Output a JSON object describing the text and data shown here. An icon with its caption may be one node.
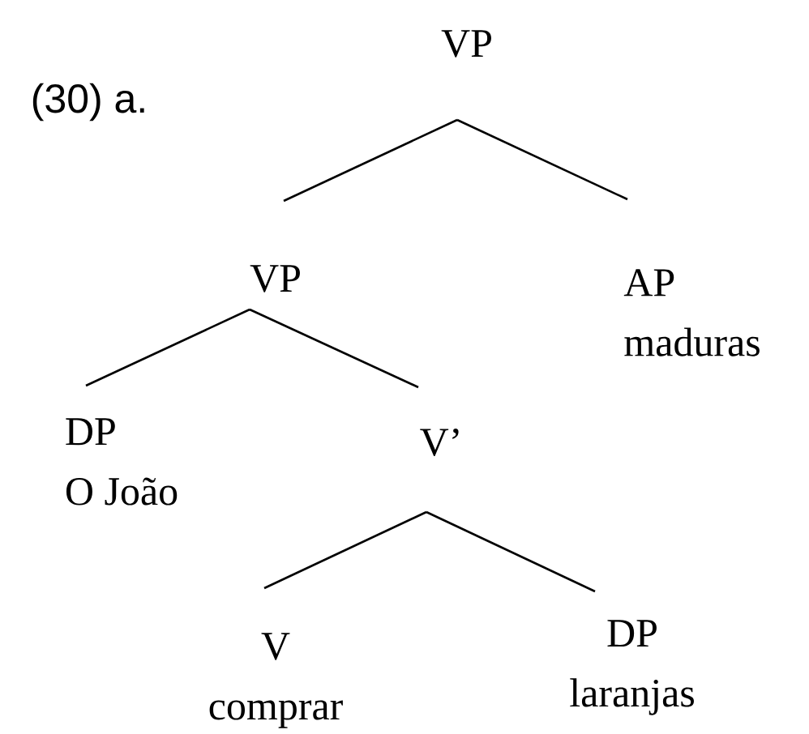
{
  "diagram": {
    "nodes": [
      {
        "text": [
          "VP"
        ]
      },
      {
        "text": [
          "VP"
        ]
      },
      {
        "text": [
          "AP",
          "maduras"
        ]
      },
      {
        "text": [
          "DP",
          "O João"
        ]
      },
      {
        "text": [
          "V’"
        ]
      },
      {
        "text": [
          "V",
          "comprar"
        ]
      },
      {
        "text": [
          "DP",
          "laranjas"
        ]
      }
    ],
    "edges": [
      {
        "from": 0,
        "to": 1,
        "arrow": "none"
      },
      {
        "from": 0,
        "to": 2,
        "arrow": "none"
      },
      {
        "from": 1,
        "to": 3,
        "arrow": "none"
      },
      {
        "from": 1,
        "to": 4,
        "arrow": "none"
      },
      {
        "from": 4,
        "to": 5,
        "arrow": "none"
      },
      {
        "from": 4,
        "to": 6,
        "arrow": "none"
      }
    ],
    "labels": [
      "(30) a."
    ]
  }
}
